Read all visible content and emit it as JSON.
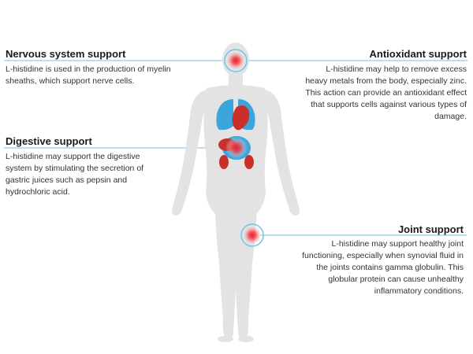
{
  "callouts": {
    "nervous": {
      "title": "Nervous system support",
      "text": "L-histidine is used in the production of myelin sheaths, which support nerve cells."
    },
    "antioxidant": {
      "title": "Antioxidant support",
      "text": "L-histidine may help to remove excess heavy metals from the body, especially zinc. This action can provide an antioxidant effect that supports cells against various types of damage."
    },
    "digestive": {
      "title": "Digestive support",
      "text": "L-histidine may support the digestive system by stimulating the secretion of gastric juices such as pepsin and hydrochloric acid."
    },
    "joint": {
      "title": "Joint support",
      "text": "L-histidine may support healthy joint functioning, especially when synovial fluid in the joints contains gamma globulin. This globular protein can cause unhealthy inflammatory conditions."
    }
  },
  "colors": {
    "silhouette": "#e3e3e3",
    "organ_blue": "#3aa6dc",
    "organ_red": "#c9302c",
    "hotspot": "#e8202a",
    "leader_line": "#6fc3e6"
  }
}
